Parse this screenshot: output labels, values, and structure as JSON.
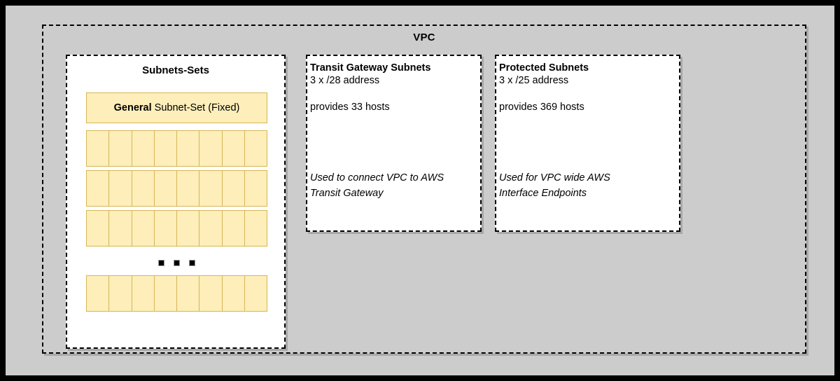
{
  "canvas": {
    "background_color": "#cccccc",
    "border_color": "#000000"
  },
  "vpc": {
    "title": "VPC"
  },
  "subnets_sets": {
    "title": "Subnets-Sets",
    "general": {
      "bold_prefix": "General",
      "rest": " Subnet-Set (Fixed)"
    },
    "cells_per_row": 8,
    "rows": [
      {
        "name": "subnet-row-1"
      },
      {
        "name": "subnet-row-2"
      },
      {
        "name": "subnet-row-3"
      }
    ],
    "ellipsis": "...",
    "last_row": {
      "name": "subnet-row-last"
    },
    "fill_color": "#fdeeba",
    "border_color": "#d6b656"
  },
  "panels": [
    {
      "id": "transit-gateway",
      "heading": "Transit Gateway Subnets",
      "address": "3 x /28 address",
      "hosts": "provides 33 hosts",
      "note_line_1": "Used to connect VPC to AWS",
      "note_line_2": "Transit Gateway"
    },
    {
      "id": "protected",
      "heading": "Protected Subnets",
      "address": "3 x /25 address",
      "hosts": "provides 369 hosts",
      "note_line_1": "Used for VPC wide AWS",
      "note_line_2": "Interface Endpoints"
    }
  ]
}
